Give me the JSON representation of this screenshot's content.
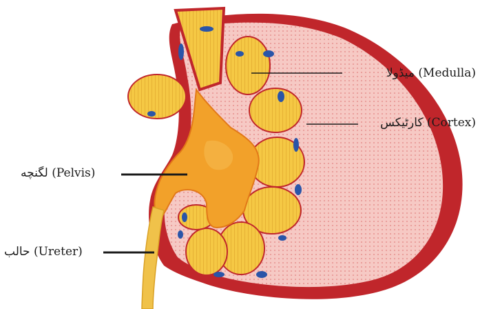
{
  "labels": {
    "medulla": "میڈولا (Medulla)",
    "cortex": "کارٹیکس (Cortex)",
    "pelvis": "لگنچه (Pelvis)",
    "ureter": "حالب (Ureter)"
  },
  "colors": {
    "capsule": "#c0262b",
    "cortex": "#f6c6c2",
    "medulla": "#f3c53c",
    "pelvis": "#f2a12a",
    "ureter": "#f0c24a",
    "vein": "#2a55a8",
    "leader_line": "#1a1a1a"
  }
}
